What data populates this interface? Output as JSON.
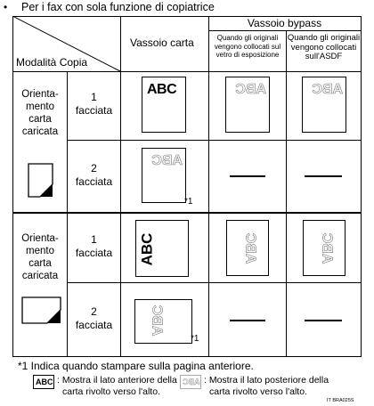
{
  "heading": {
    "bullet": "•",
    "text": "Per i fax con sola funzione di copiatrice"
  },
  "header": {
    "mode_label": "Modalità Copia",
    "tray": "Vassoio carta",
    "bypass": "Vassoio bypass",
    "bypass_glass": "Quando gli originali vengono collocati sul vetro di esposizione",
    "bypass_adf": "Quando gli originali vengono collocati sull'ASDF"
  },
  "orientation_label": [
    "Orienta-",
    "mento",
    "carta",
    "caricata"
  ],
  "sides": {
    "one": [
      "1",
      "facciata"
    ],
    "two": [
      "2",
      "facciata"
    ]
  },
  "sample_text": "ABC",
  "footnote_marker": "*1",
  "footer": {
    "note": "*1 Indica quando stampare sulla pagina anteriore.",
    "front_desc": [
      ": Mostra il lato anteriore della",
      "carta rivolto verso l'alto."
    ],
    "back_desc": [
      ": Mostra il lato posteriore della",
      "carta rivolto verso l'alto."
    ],
    "code": "IT BRA025S"
  }
}
